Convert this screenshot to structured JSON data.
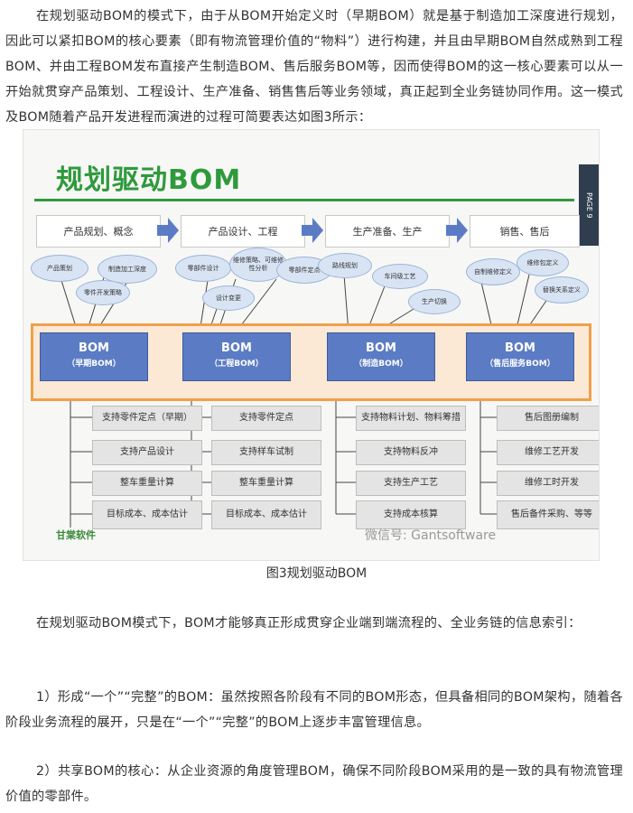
{
  "paragraphs": {
    "p1": "在规划驱动BOM的模式下，由于从BOM开始定义时（早期BOM）就是基于制造加工深度进行规划，因此可以紧扣BOM的核心要素（即有物流管理价值的“物料”）进行构建，并且由早期BOM自然成熟到工程BOM、并由工程BOM发布直接产生制造BOM、售后服务BOM等，因而使得BOM的这一核心要素可以从一开始就贯穿产品策划、工程设计、生产准备、销售售后等业务领域，真正起到全业务链协同作用。这一模式及BOM随着产品开发进程而演进的过程可简要表达如图3所示：",
    "p2": "在规划驱动BOM模式下，BOM才能够真正形成贯穿企业端到端流程的、全业务链的信息索引：",
    "p3": "1）形成“一个”“完整”的BOM：虽然按照各阶段有不同的BOM形态，但具备相同的BOM架构，随着各阶段业务流程的展开，只是在“一个”“完整”的BOM上逐步丰富管理信息。",
    "p4": "2）共享BOM的核心：从企业资源的角度管理BOM，确保不同阶段BOM采用的是一致的具有物流管理价值的零部件。"
  },
  "figure": {
    "title": "规划驱动BOM",
    "page_tab": "PAGE 9",
    "caption": "图3规划驱动BOM",
    "stages": [
      "产品规划、概念",
      "产品设计、工程",
      "生产准备、生产",
      "销售、售后"
    ],
    "bubbles": [
      "产品策划",
      "制造加工深度",
      "零件开发策略",
      "零部件设计",
      "维修策略、可维修性分析",
      "零部件定点",
      "设计变更",
      "路线规划",
      "车间级工艺",
      "生产切换",
      "自制维修定义",
      "维修包定义",
      "替换关系定义"
    ],
    "boms": [
      {
        "title": "BOM",
        "sub": "（早期BOM）"
      },
      {
        "title": "BOM",
        "sub": "（工程BOM）"
      },
      {
        "title": "BOM",
        "sub": "（制造BOM）"
      },
      {
        "title": "BOM",
        "sub": "（售后服务BOM）"
      }
    ],
    "supports": [
      [
        "支持零件定点（早期）",
        "支持产品设计",
        "整车重量计算",
        "目标成本、成本估计"
      ],
      [
        "支持零件定点",
        "支持样车试制",
        "整车重量计算",
        "目标成本、成本估计"
      ],
      [
        "支持物料计划、物料筹措",
        "支持物料反冲",
        "支持生产工艺",
        "支持成本核算"
      ],
      [
        "售后图册编制",
        "维修工艺开发",
        "维修工时开发",
        "售后备件采购、等等"
      ]
    ],
    "logo_text": "甘棠软件",
    "watermark": "微信号: Gantsoftware"
  }
}
